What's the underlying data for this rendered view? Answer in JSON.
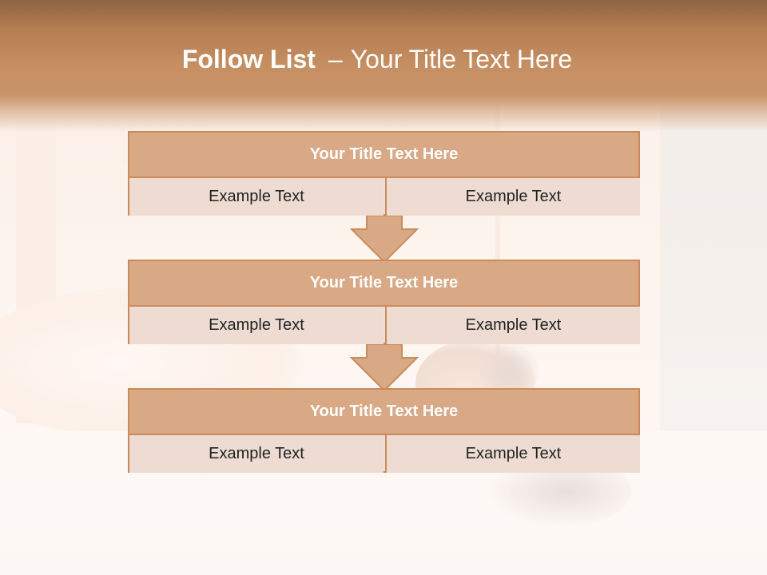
{
  "slide": {
    "title_bold": "Follow List",
    "title_separator": "–",
    "title_rest": "Your Title Text Here",
    "colors": {
      "header_band": "#c58f62",
      "block_title_fill": "#d9a985",
      "block_cell_fill": "#eedcd2",
      "block_border": "#c98b5c",
      "arrow_fill": "#d9a985"
    }
  },
  "steps": [
    {
      "title": "Your Title Text Here",
      "left_text": "Example Text",
      "right_text": "Example Text"
    },
    {
      "title": "Your Title Text Here",
      "left_text": "Example Text",
      "right_text": "Example Text"
    },
    {
      "title": "Your Title Text Here",
      "left_text": "Example Text",
      "right_text": "Example Text"
    }
  ],
  "icons": {
    "connector": "down-arrow-icon"
  }
}
